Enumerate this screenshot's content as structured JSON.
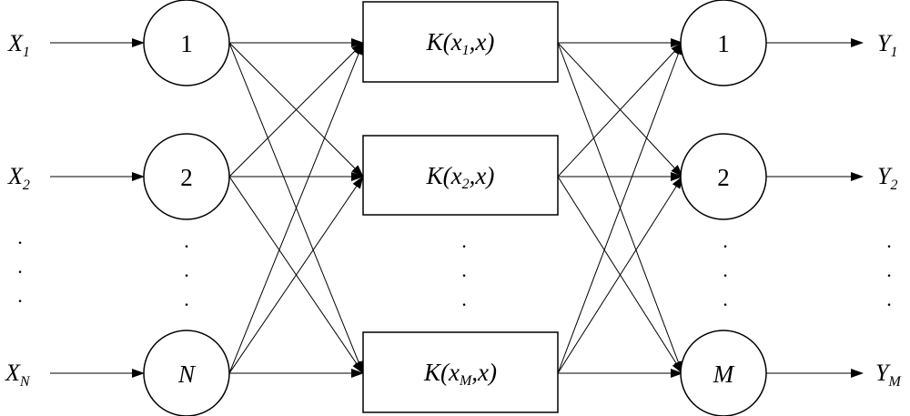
{
  "inputs": [
    {
      "main": "X",
      "sub": "1"
    },
    {
      "main": "X",
      "sub": "2"
    },
    {
      "main": "X",
      "sub": "N"
    }
  ],
  "input_nodes": [
    "1",
    "2",
    "N"
  ],
  "kernels": [
    {
      "prefix": "K(x",
      "sub": "1",
      "suffix": ",x)"
    },
    {
      "prefix": "K(x",
      "sub": "2",
      "suffix": ",x)"
    },
    {
      "prefix": "K(x",
      "sub": "M",
      "suffix": ",x)"
    }
  ],
  "output_nodes": [
    "1",
    "2",
    "M"
  ],
  "outputs": [
    {
      "main": "Y",
      "sub": "1"
    },
    {
      "main": "Y",
      "sub": "2"
    },
    {
      "main": "Y",
      "sub": "M"
    }
  ],
  "ellipsis": "·"
}
